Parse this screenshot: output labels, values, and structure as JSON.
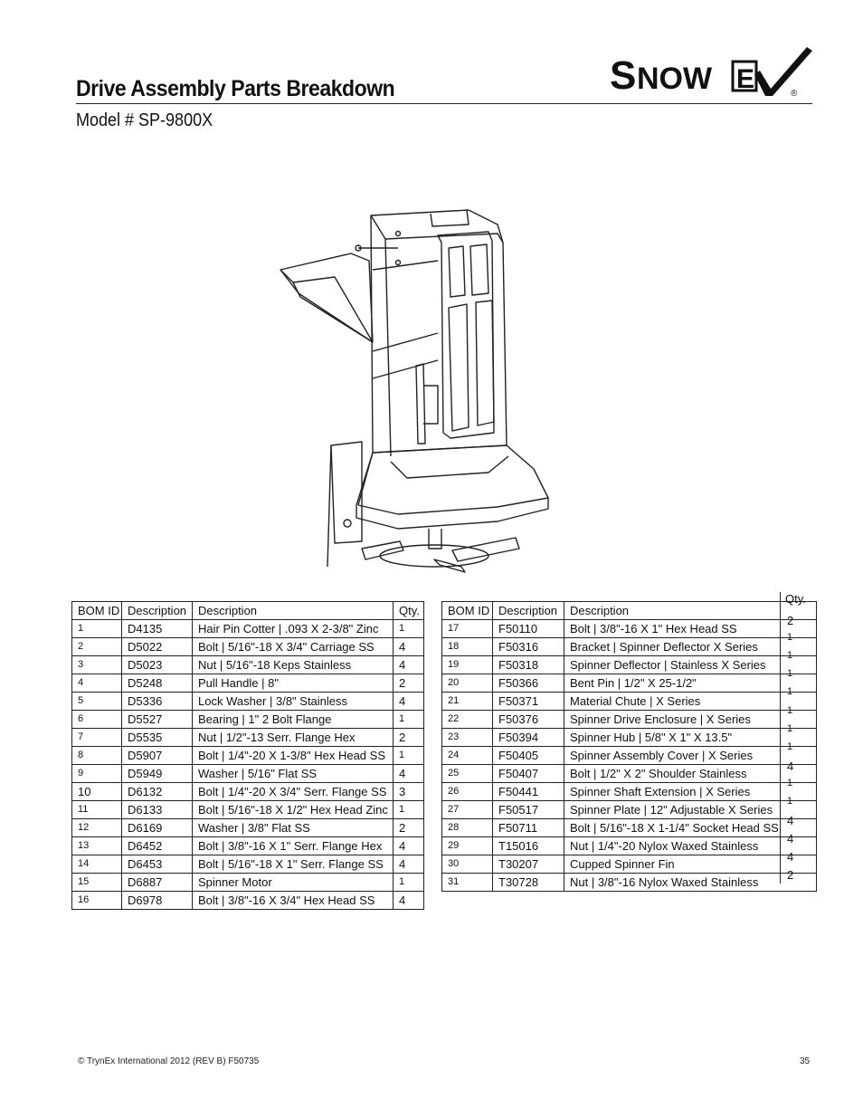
{
  "header": {
    "title": "Drive Assembly Parts Breakdown",
    "subtitle": "Model # SP-9800X",
    "logo_text": "SNOWEX",
    "logo_registered": "®"
  },
  "table_left": {
    "headers": [
      "BOM ID",
      "Description",
      "Description",
      "Qty."
    ],
    "rows": [
      [
        "1",
        "D4135",
        "Hair Pin Cotter | .093 X 2-3/8\" Zinc",
        "1"
      ],
      [
        "2",
        "D5022",
        "Bolt | 5/16\"-18 X 3/4\" Carriage SS",
        "4"
      ],
      [
        "3",
        "D5023",
        "Nut | 5/16\"-18 Keps Stainless",
        "4"
      ],
      [
        "4",
        "D5248",
        "Pull Handle | 8\"",
        "2"
      ],
      [
        "5",
        "D5336",
        "Lock Washer | 3/8\" Stainless",
        "4"
      ],
      [
        "6",
        "D5527",
        "Bearing | 1\" 2 Bolt Flange",
        "1"
      ],
      [
        "7",
        "D5535",
        "Nut | 1/2\"-13 Serr. Flange Hex",
        "2"
      ],
      [
        "8",
        "D5907",
        "Bolt | 1/4\"-20 X 1-3/8\" Hex Head SS",
        "1"
      ],
      [
        "9",
        "D5949",
        "Washer | 5/16\" Flat SS",
        "4"
      ],
      [
        "10",
        "D6132",
        "Bolt | 1/4\"-20 X 3/4\" Serr. Flange SS",
        "3"
      ],
      [
        "11",
        "D6133",
        "Bolt | 5/16\"-18 X 1/2\" Hex Head Zinc",
        "1"
      ],
      [
        "12",
        "D6169",
        "Washer | 3/8\" Flat SS",
        "2"
      ],
      [
        "13",
        "D6452",
        "Bolt | 3/8\"-16 X 1\" Serr. Flange Hex",
        "4"
      ],
      [
        "14",
        "D6453",
        "Bolt | 5/16\"-18 X 1\" Serr. Flange SS",
        "4"
      ],
      [
        "15",
        "D6887",
        "Spinner Motor",
        "1"
      ],
      [
        "16",
        "D6978",
        "Bolt | 3/8\"-16 X 3/4\" Hex Head SS",
        "4"
      ]
    ]
  },
  "table_right": {
    "headers": [
      "BOM ID",
      "Description",
      "Description"
    ],
    "rows": [
      [
        "17",
        "F50110",
        "Bolt | 3/8\"-16 X 1\" Hex Head SS"
      ],
      [
        "18",
        "F50316",
        "Bracket | Spinner Deflector X Series"
      ],
      [
        "19",
        "F50318",
        "Spinner Deflector | Stainless X Series"
      ],
      [
        "20",
        "F50366",
        "Bent Pin | 1/2\" X 25-1/2\""
      ],
      [
        "21",
        "F50371",
        "Material Chute | X Series"
      ],
      [
        "22",
        "F50376",
        "Spinner Drive Enclosure | X Series"
      ],
      [
        "23",
        "F50394",
        "Spinner Hub | 5/8\" X 1\" X 13.5\""
      ],
      [
        "24",
        "F50405",
        "Spinner Assembly Cover | X Series"
      ],
      [
        "25",
        "F50407",
        "Bolt | 1/2\" X 2\" Shoulder Stainless"
      ],
      [
        "26",
        "F50441",
        "Spinner Shaft Extension | X Series"
      ],
      [
        "27",
        "F50517",
        "Spinner Plate | 12\" Adjustable X Series"
      ],
      [
        "28",
        "F50711",
        "Bolt | 5/16\"-18 X 1-1/4\" Socket Head SS"
      ],
      [
        "29",
        "T15016",
        "Nut | 1/4\"-20 Nylox Waxed Stainless"
      ],
      [
        "30",
        "T30207",
        "Cupped Spinner Fin"
      ],
      [
        "31",
        "T30728",
        "Nut | 3/8\"-16 Nylox Waxed Stainless"
      ]
    ],
    "qty_header": "Qty.",
    "qty_values": [
      "2",
      "1",
      "1",
      "1",
      "1",
      "1",
      "1",
      "1",
      "4",
      "1",
      "1",
      "4",
      "4",
      "4",
      "2"
    ]
  },
  "footer": {
    "copyright": "© TrynEx International 2012  (REV B) F50735",
    "page_number": "35"
  }
}
